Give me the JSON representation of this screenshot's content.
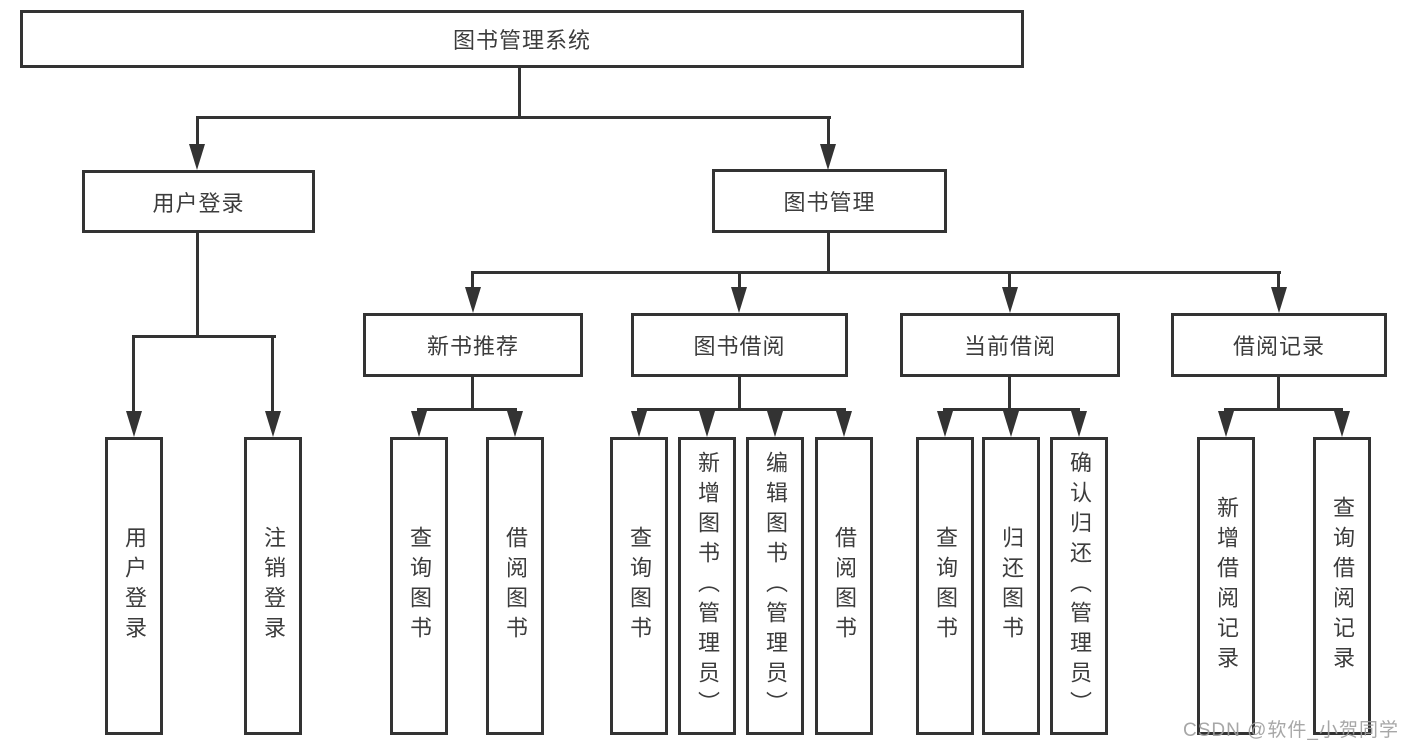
{
  "diagram_title": "图书管理系统",
  "colors": {
    "line": "#333333",
    "text": "#3c3c3c",
    "watermark": "#9e9e9e",
    "background": "#ffffff"
  },
  "nodes": {
    "root": {
      "label": "图书管理系统"
    },
    "level1": [
      {
        "label": "用户登录"
      },
      {
        "label": "图书管理"
      }
    ],
    "level2": [
      {
        "label": "新书推荐"
      },
      {
        "label": "图书借阅"
      },
      {
        "label": "当前借阅"
      },
      {
        "label": "借阅记录"
      }
    ],
    "leaves": {
      "user_login": [
        {
          "label": "用户登录"
        },
        {
          "label": "注销登录"
        }
      ],
      "new_book_recommend": [
        {
          "label": "查询图书"
        },
        {
          "label": "借阅图书"
        }
      ],
      "book_borrow": [
        {
          "label": "查询图书"
        },
        {
          "label": "新增图书（管理员）"
        },
        {
          "label": "编辑图书（管理员）"
        },
        {
          "label": "借阅图书"
        }
      ],
      "current_borrow": [
        {
          "label": "查询图书"
        },
        {
          "label": "归还图书"
        },
        {
          "label": "确认归还（管理员）"
        }
      ],
      "borrow_records": [
        {
          "label": "新增借阅记录"
        },
        {
          "label": "查询借阅记录"
        }
      ]
    }
  },
  "watermark": {
    "text": "CSDN @软件_小贺同学"
  }
}
